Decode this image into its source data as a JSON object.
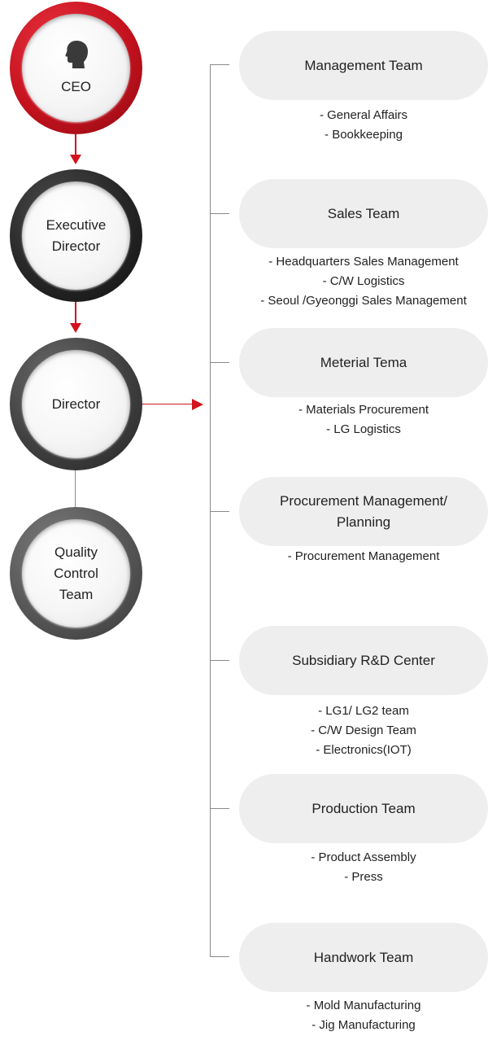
{
  "left_column": [
    {
      "id": "ceo",
      "label": "CEO",
      "icon": "person-head-icon"
    },
    {
      "id": "executive-director",
      "label": "Executive\nDirector"
    },
    {
      "id": "director",
      "label": "Director"
    },
    {
      "id": "quality-control-team",
      "label": "Quality\nControl\nTeam"
    }
  ],
  "teams": [
    {
      "name": "Management Team",
      "duties": [
        "- General Affairs",
        "- Bookkeeping"
      ]
    },
    {
      "name": "Sales Team",
      "duties": [
        "- Headquarters Sales Management",
        "- C/W Logistics",
        "- Seoul /Gyeonggi Sales Management"
      ]
    },
    {
      "name": "Meterial Tema",
      "duties": [
        "- Materials Procurement",
        "- LG Logistics"
      ]
    },
    {
      "name": "Procurement Management/\nPlanning",
      "duties": [
        "- Procurement Management"
      ]
    },
    {
      "name": "Subsidiary R&D Center",
      "duties": [
        "- LG1/ LG2 team",
        "- C/W Design Team",
        "- Electronics(IOT)"
      ]
    },
    {
      "name": "Production Team",
      "duties": [
        "- Product Assembly",
        "- Press"
      ]
    },
    {
      "name": "Handwork Team",
      "duties": [
        "- Mold Manufacturing",
        "- Jig Manufacturing"
      ]
    }
  ],
  "colors": {
    "accent_red": "#d3121e",
    "ring_dark": "#262626",
    "ring_gray": "#555555",
    "pill_bg": "#eeeeee",
    "connector": "#8a8a8a"
  }
}
